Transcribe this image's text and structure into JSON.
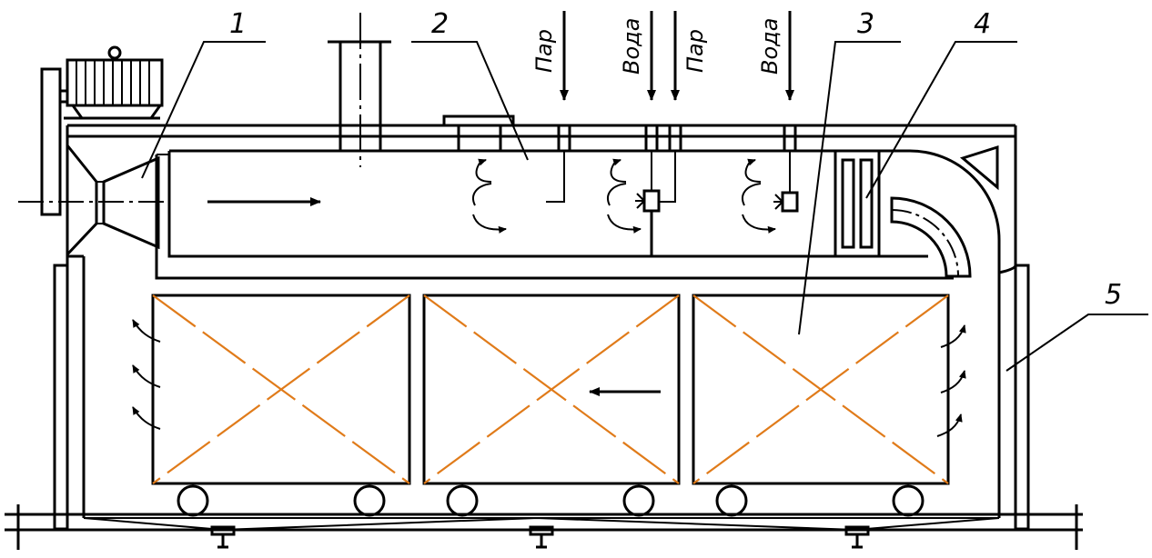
{
  "callouts": [
    {
      "id": "1",
      "text": "1"
    },
    {
      "id": "2",
      "text": "2"
    },
    {
      "id": "3",
      "text": "3"
    },
    {
      "id": "4",
      "text": "4"
    },
    {
      "id": "5",
      "text": "5"
    }
  ],
  "inputs": [
    {
      "text": "Пар"
    },
    {
      "text": "Вода"
    },
    {
      "text": "Пар"
    },
    {
      "text": "Вода"
    }
  ],
  "colors": {
    "line": "#000000",
    "cart_diagonal": "#e07b1a"
  }
}
